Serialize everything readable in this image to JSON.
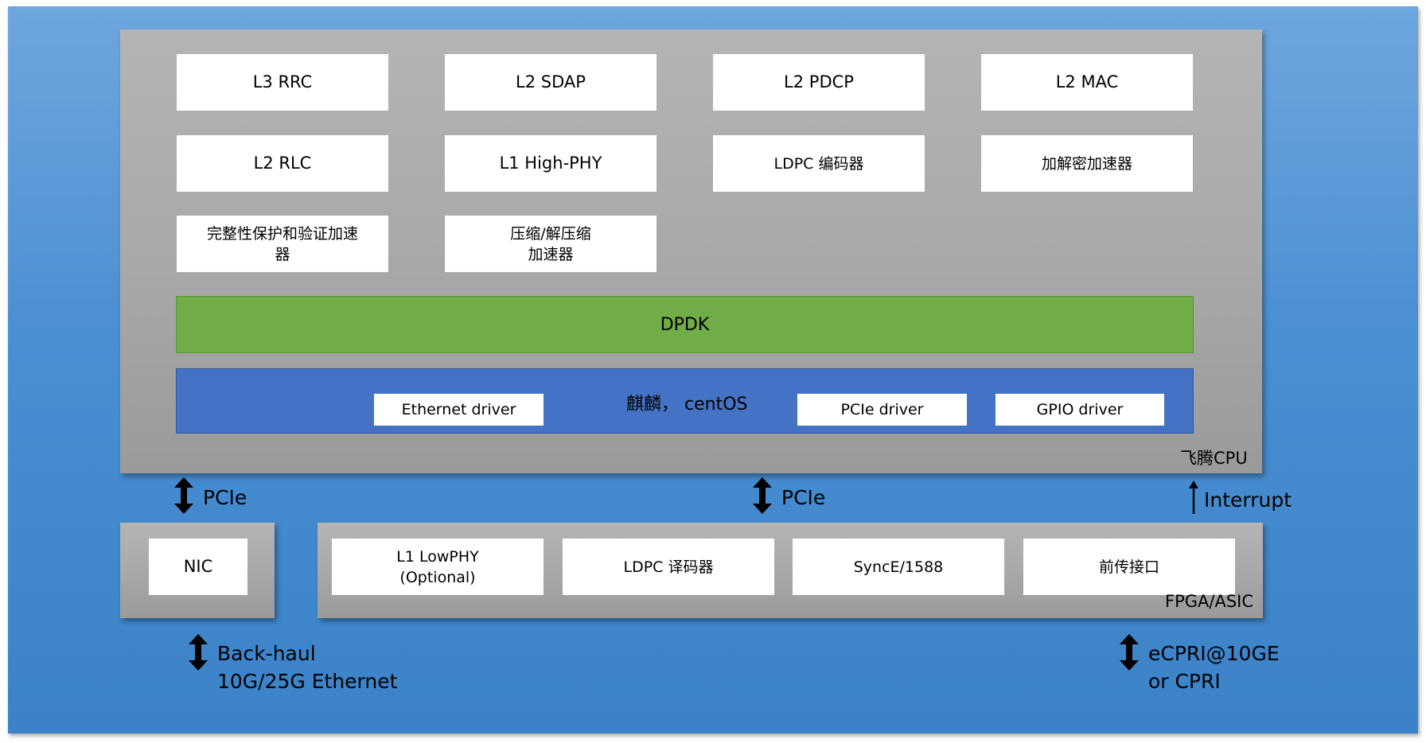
{
  "cpu": {
    "label": "飞腾CPU",
    "modules": {
      "l3_rrc": "L3 RRC",
      "l2_sdap": "L2 SDAP",
      "l2_pdcp": "L2 PDCP",
      "l2_mac": "L2 MAC",
      "l2_rlc": "L2 RLC",
      "l1_high_phy": "L1 High-PHY",
      "ldpc_encoder": "LDPC 编码器",
      "crypto_accel": "加解密加速器",
      "integrity_accel_line1": "完整性保护和验证加速",
      "integrity_accel_line2": "器",
      "compress_accel_line1": "压缩/解压缩",
      "compress_accel_line2": "加速器"
    },
    "dpdk": "DPDK",
    "os": {
      "label": "麒麟， centOS",
      "ethernet_driver": "Ethernet driver",
      "pcie_driver": "PCIe driver",
      "gpio_driver": "GPIO driver"
    }
  },
  "links": {
    "cpu_nic": "PCIe",
    "cpu_fpga": "PCIe",
    "interrupt": "Interrupt"
  },
  "nic": {
    "label": "NIC"
  },
  "fpga": {
    "label": "FPGA/ASIC",
    "modules": {
      "low_phy_line1": "L1 LowPHY",
      "low_phy_line2": "(Optional)",
      "ldpc_decoder": "LDPC 译码器",
      "synce": "SyncE/1588",
      "fronthaul": "前传接口"
    }
  },
  "external": {
    "backhaul_line1": "Back-haul",
    "backhaul_line2": "10G/25G Ethernet",
    "fronthaul_line1": "eCPRI@10GE",
    "fronthaul_line2": "or CPRI"
  }
}
